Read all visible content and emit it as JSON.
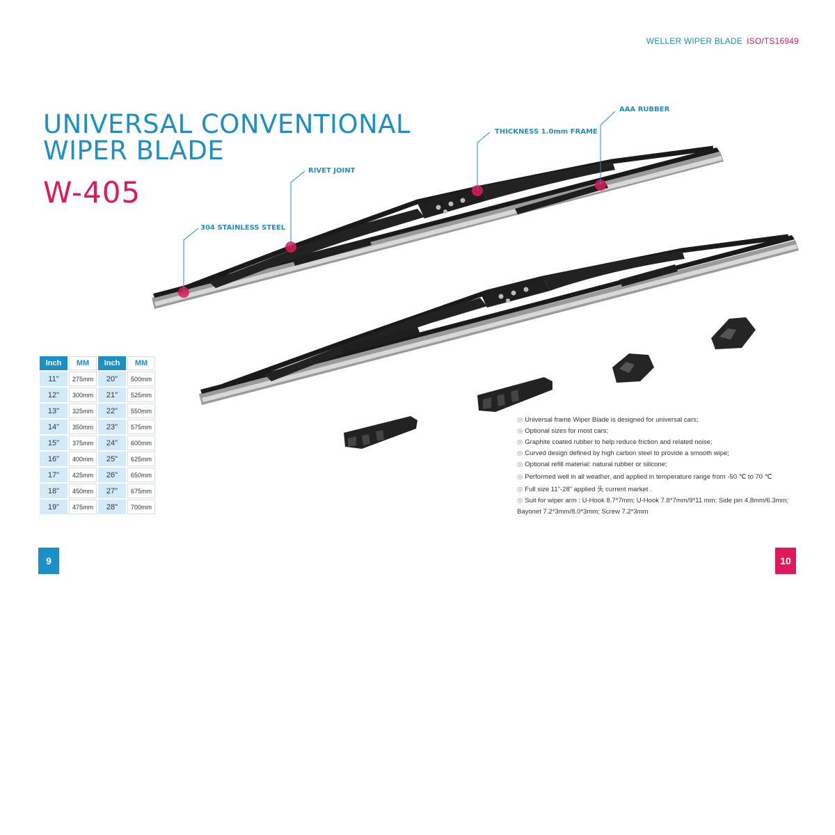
{
  "header": {
    "brand": "WELLER WIPER BLADE",
    "certification": "ISO/TS16949"
  },
  "product": {
    "title_line1": "UNIVERSAL CONVENTIONAL",
    "title_line2": "WIPER BLADE",
    "model": "W-405"
  },
  "callouts": {
    "aaa_rubber": "AAA RUBBER",
    "thickness": "THICKNESS 1.0mm FRAME",
    "rivet": "RIVET JOINT",
    "steel": "304 STAINLESS STEEL"
  },
  "size_table": {
    "headers": [
      "Inch",
      "MM",
      "Inch",
      "MM"
    ],
    "rows": [
      [
        "11\"",
        "275mm",
        "20\"",
        "500mm"
      ],
      [
        "12\"",
        "300mm",
        "21\"",
        "525mm"
      ],
      [
        "13\"",
        "325mm",
        "22\"",
        "550mm"
      ],
      [
        "14\"",
        "350mm",
        "23\"",
        "575mm"
      ],
      [
        "15\"",
        "375mm",
        "24\"",
        "600mm"
      ],
      [
        "16\"",
        "400mm",
        "25\"",
        "625mm"
      ],
      [
        "17\"",
        "425mm",
        "26\"",
        "650mm"
      ],
      [
        "18\"",
        "450mm",
        "27\"",
        "675mm"
      ],
      [
        "19\"",
        "475mm",
        "28\"",
        "700mm"
      ]
    ]
  },
  "features": {
    "marker": "◎",
    "items": [
      "Universal frame Wiper Blade is designed for universal cars;",
      "Optional sizes for most cars;",
      "Graphite coated rubber to help reduce friction and related noise;",
      "Curved design defined by high carbon steel to provide a smooth wipe;",
      "Optional refill material: natural rubber or silicone;",
      "Performed well in all weather, and applied in temperature range from -50 ℃ to 70 ℃",
      "Full size 11\"-28\" applied 头 current market .",
      "Suit for wiper arm : U-Hook 8.7*7mm; U-Hook 7.8*7mm/9*11 mm; Side pin 4.8mm/6.3mm;"
    ],
    "continuation": "Bayonet 7.2*3mm/8.0*3mm; Screw 7.2*3mm"
  },
  "pages": {
    "left": "9",
    "right": "10"
  },
  "colors": {
    "blue": "#1b8fc6",
    "pink": "#e0195a",
    "blade": "#1a1a1a"
  }
}
